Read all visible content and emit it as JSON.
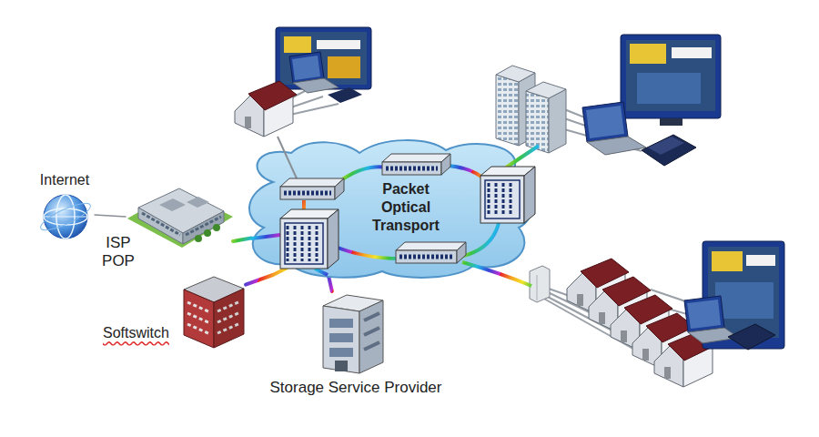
{
  "diagram": {
    "nodes": [
      {
        "text": [
          "Internet"
        ]
      },
      {
        "text": [
          "ISP POP"
        ]
      },
      {
        "text": [
          "Packet Optical Transport"
        ]
      },
      {
        "text": [
          "Softswitch"
        ]
      },
      {
        "text": [
          "Storage Service Provider"
        ]
      }
    ],
    "edges": [
      {
        "from": 0,
        "to": 1,
        "arrow": "none"
      },
      {
        "from": 1,
        "to": 2,
        "arrow": "none"
      },
      {
        "from": 3,
        "to": 2,
        "arrow": "none"
      },
      {
        "from": 4,
        "to": 2,
        "arrow": "none"
      }
    ]
  }
}
